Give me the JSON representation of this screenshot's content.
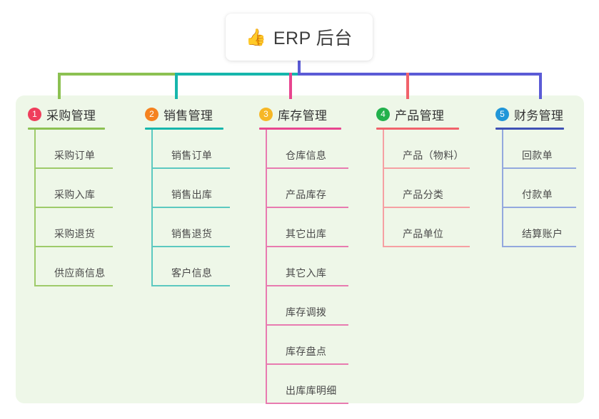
{
  "root": {
    "icon": "thumbs-up-icon",
    "icon_glyph": "👍",
    "title": "ERP 后台",
    "stem_color": "#5b5bd6"
  },
  "panel": {
    "background": "#eef7e8"
  },
  "connector": {
    "segments": [
      {
        "name": "segment-green",
        "color": "#8cc152"
      },
      {
        "name": "segment-teal",
        "color": "#16b6ac"
      },
      {
        "name": "segment-indigo",
        "color": "#5b5bd6"
      }
    ],
    "drops": [
      {
        "name": "drop-purchase",
        "color": "#8cc152"
      },
      {
        "name": "drop-sales",
        "color": "#16b6ac"
      },
      {
        "name": "drop-inventory",
        "color": "#e8458f"
      },
      {
        "name": "drop-product",
        "color": "#f1626b"
      },
      {
        "name": "drop-finance",
        "color": "#5b5bd6"
      }
    ]
  },
  "columns": [
    {
      "key": "purchase",
      "number": "1",
      "title": "采购管理",
      "badge_color": "#ef3e5c",
      "line_color": "#8cc152",
      "leaf_line_color": "#9ecb6a",
      "leaves": [
        {
          "label": "采购订单"
        },
        {
          "label": "采购入库"
        },
        {
          "label": "采购退货"
        },
        {
          "label": "供应商信息"
        }
      ]
    },
    {
      "key": "sales",
      "number": "2",
      "title": "销售管理",
      "badge_color": "#f58220",
      "line_color": "#16b6ac",
      "leaf_line_color": "#5cc9c0",
      "leaves": [
        {
          "label": "销售订单"
        },
        {
          "label": "销售出库"
        },
        {
          "label": "销售退货"
        },
        {
          "label": "客户信息"
        }
      ]
    },
    {
      "key": "inventory",
      "number": "3",
      "title": "库存管理",
      "badge_color": "#f6b726",
      "line_color": "#e8458f",
      "leaf_line_color": "#e87bb0",
      "leaves": [
        {
          "label": "仓库信息"
        },
        {
          "label": "产品库存"
        },
        {
          "label": "其它出库"
        },
        {
          "label": "其它入库"
        },
        {
          "label": "库存调拨"
        },
        {
          "label": "库存盘点"
        },
        {
          "label": "出库库明细"
        }
      ]
    },
    {
      "key": "product",
      "number": "4",
      "title": "产品管理",
      "badge_color": "#22b14c",
      "line_color": "#f1626b",
      "leaf_line_color": "#f6a0a3",
      "leaves": [
        {
          "label": "产品（物料）"
        },
        {
          "label": "产品分类"
        },
        {
          "label": "产品单位"
        }
      ]
    },
    {
      "key": "finance",
      "number": "5",
      "title": "财务管理",
      "badge_color": "#2196d8",
      "line_color": "#3f51b5",
      "leaf_line_color": "#93a8de",
      "leaves": [
        {
          "label": "回款单"
        },
        {
          "label": "付款单"
        },
        {
          "label": "结算账户"
        }
      ]
    }
  ]
}
